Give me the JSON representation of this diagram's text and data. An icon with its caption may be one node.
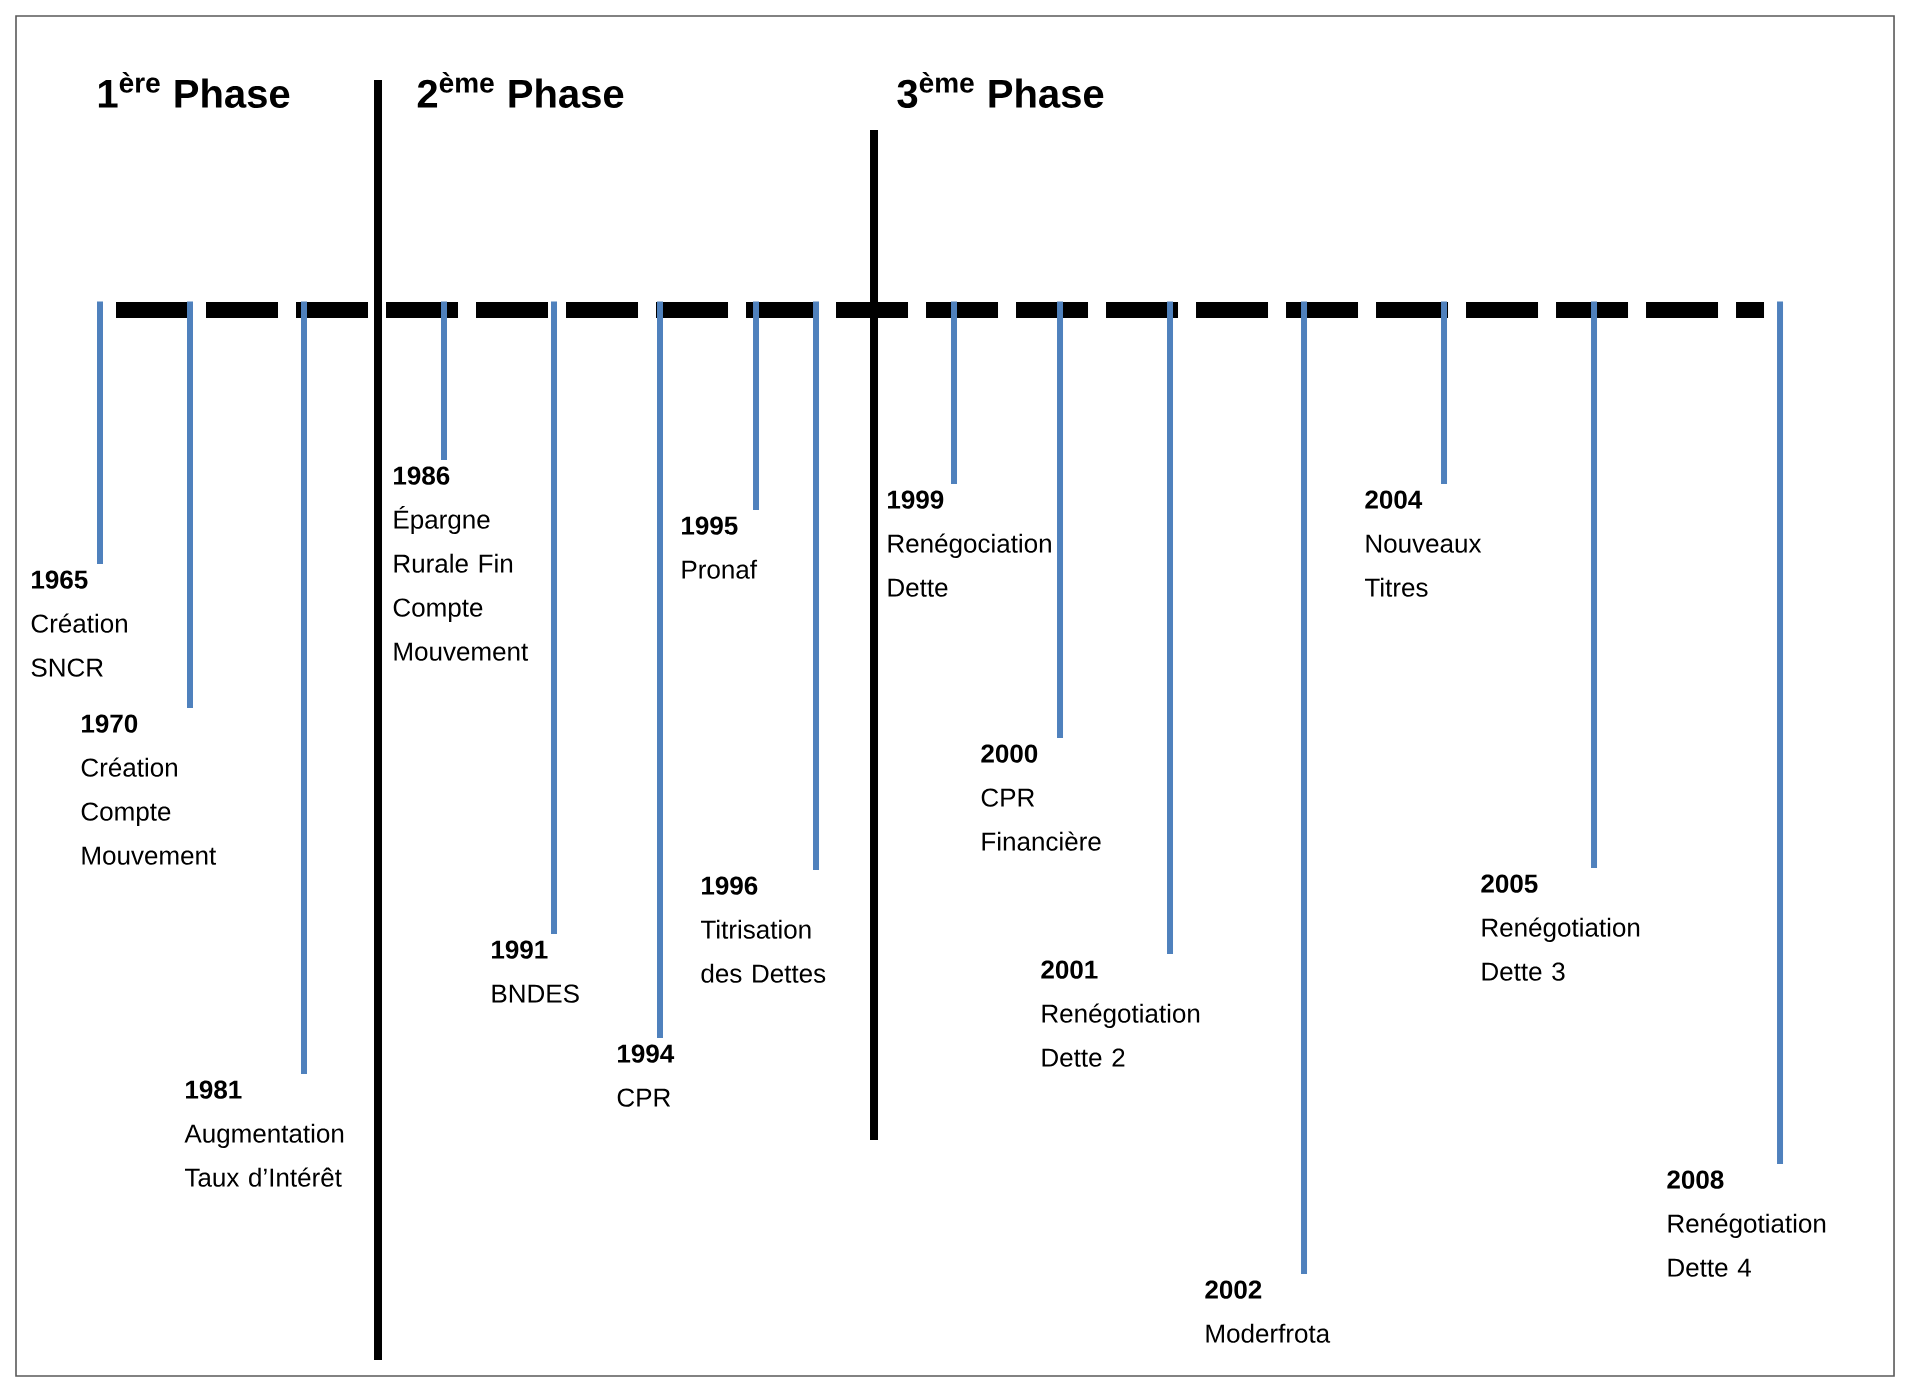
{
  "diagram": {
    "nodes": [
      {
        "text": [],
        "shape": "bar"
      },
      {
        "text": [
          "1965",
          "Création SNCR"
        ]
      },
      {
        "text": [
          "1970",
          "Création Compte Mouvement"
        ]
      },
      {
        "text": [
          "1981",
          "Augmentation Taux d’Intérêt"
        ]
      },
      {
        "text": [
          "1986",
          "Épargne Rurale Fin Compte Mouvement"
        ]
      },
      {
        "text": [
          "1991",
          "BNDES"
        ]
      },
      {
        "text": [
          "1994",
          "CPR"
        ]
      },
      {
        "text": [
          "1995",
          "Pronaf"
        ]
      },
      {
        "text": [
          "1996",
          "Titrisation des Dettes"
        ]
      },
      {
        "text": [
          "1999",
          "Renégociation Dette"
        ]
      },
      {
        "text": [
          "2000",
          "CPR Financière"
        ]
      },
      {
        "text": [
          "2001",
          "Renégotiation Dette 2"
        ]
      },
      {
        "text": [
          "2002",
          "Moderfrota"
        ]
      },
      {
        "text": [
          "2004",
          "Nouveaux Titres"
        ]
      },
      {
        "text": [
          "2005",
          "Renégotiation Dette 3"
        ]
      },
      {
        "text": [
          "2008",
          "Renégotiation Dette 4"
        ]
      }
    ],
    "edges": [
      {
        "from": 0,
        "to": 1,
        "arrow": "none"
      },
      {
        "from": 0,
        "to": 2,
        "arrow": "none"
      },
      {
        "from": 0,
        "to": 3,
        "arrow": "none"
      },
      {
        "from": 0,
        "to": 4,
        "arrow": "none"
      },
      {
        "from": 0,
        "to": 5,
        "arrow": "none"
      },
      {
        "from": 0,
        "to": 6,
        "arrow": "none"
      },
      {
        "from": 0,
        "to": 7,
        "arrow": "none"
      },
      {
        "from": 0,
        "to": 8,
        "arrow": "none"
      },
      {
        "from": 0,
        "to": 9,
        "arrow": "none"
      },
      {
        "from": 0,
        "to": 10,
        "arrow": "none"
      },
      {
        "from": 0,
        "to": 11,
        "arrow": "none"
      },
      {
        "from": 0,
        "to": 12,
        "arrow": "none"
      },
      {
        "from": 0,
        "to": 13,
        "arrow": "none"
      },
      {
        "from": 0,
        "to": 14,
        "arrow": "none"
      },
      {
        "from": 0,
        "to": 15,
        "arrow": "none"
      }
    ],
    "labels": [
      "1$^{ère}$ Phase",
      "2$^{ème}$ Phase",
      "3$^{ème}$ Phase"
    ]
  }
}
